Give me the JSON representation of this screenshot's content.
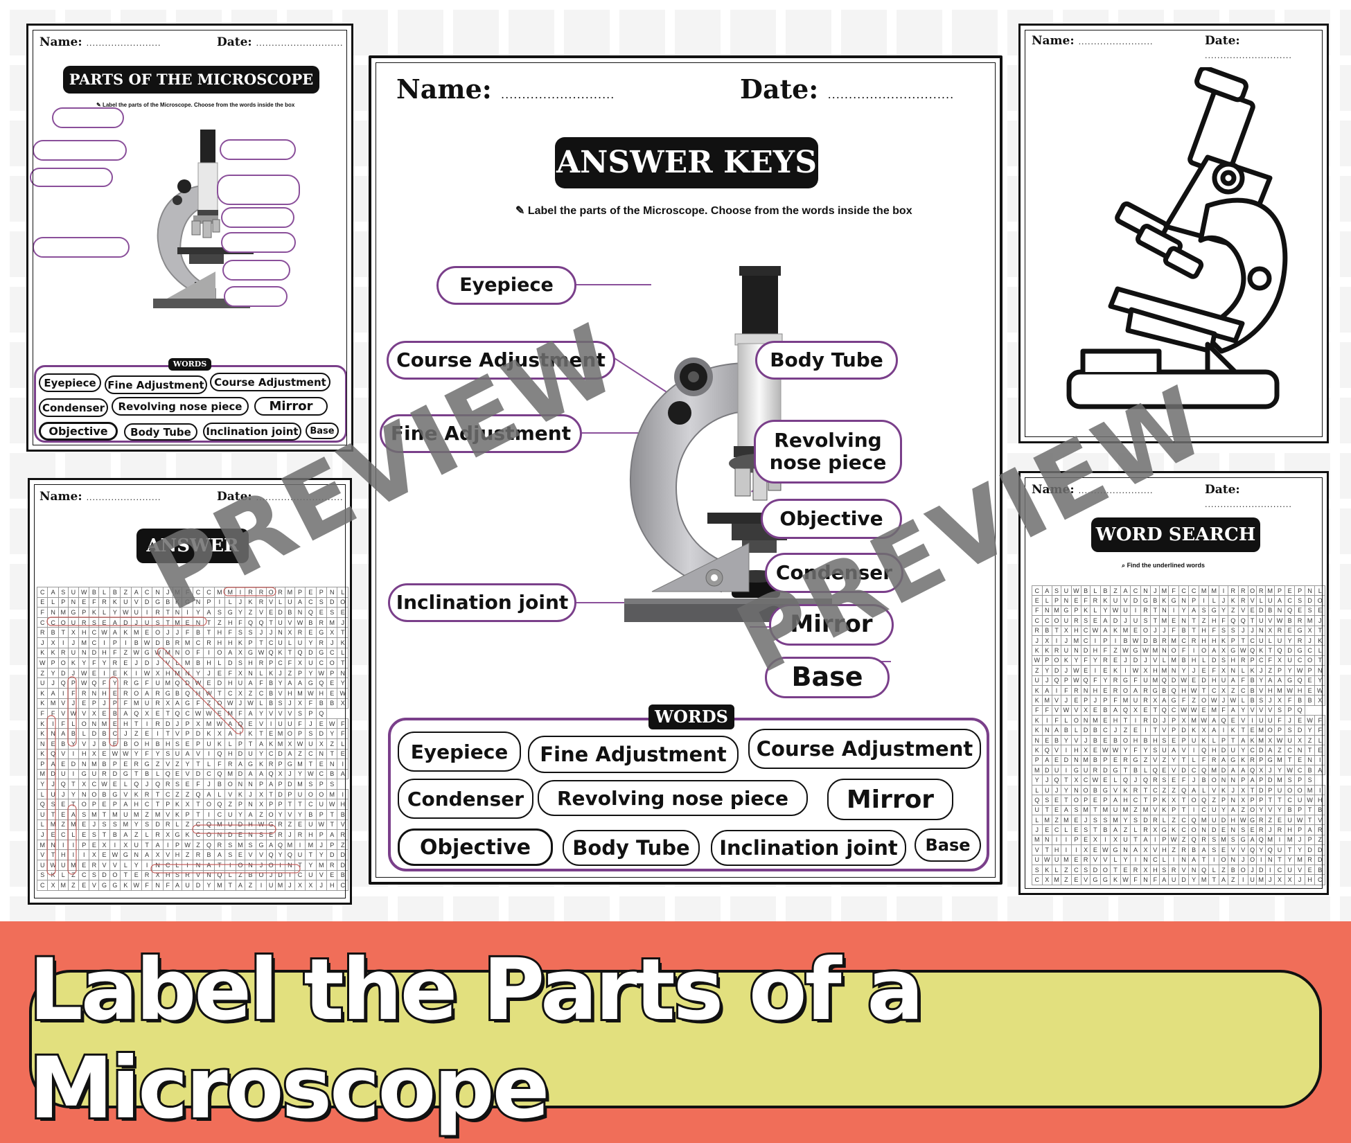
{
  "sheets": {
    "labeling": {
      "name_label": "Name:",
      "date_label": "Date:",
      "name_dots": "........................",
      "date_dots": "............................",
      "title": "PARTS OF THE MICROSCOPE",
      "instruction": "Label the parts of the Microscope. Choose from the words inside the box",
      "words_tag": "WORDS",
      "words": [
        "Eyepiece",
        "Fine Adjustment",
        "Course Adjustment",
        "Condenser",
        "Revolving nose piece",
        "Mirror",
        "Objective",
        "Body Tube",
        "Inclination joint",
        "Base"
      ]
    },
    "answer_keys": {
      "name_label": "Name:",
      "date_label": "Date:",
      "name_dots": "...........................",
      "date_dots": "..............................",
      "title": "ANSWER KEYS",
      "instruction": "Label the parts of the Microscope. Choose from the words inside the box",
      "labels": {
        "eyepiece": "Eyepiece",
        "course": "Course Adjustment",
        "fine": "Fine Adjustment",
        "inclination": "Inclination joint",
        "body_tube": "Body Tube",
        "revolving_1": "Revolving",
        "revolving_2": "nose piece",
        "objective": "Objective",
        "condenser": "Condenser",
        "mirror": "Mirror",
        "base": "Base"
      },
      "words_tag": "WORDS",
      "words": [
        "Eyepiece",
        "Fine Adjustment",
        "Course Adjustment",
        "Condenser",
        "Revolving nose piece",
        "Mirror",
        "Objective",
        "Body Tube",
        "Inclination joint",
        "Base"
      ]
    },
    "coloring": {
      "name_label": "Name:",
      "date_label": "Date:",
      "name_dots": "........................",
      "date_dots": "............................"
    },
    "answer_search": {
      "name_label": "Name:",
      "date_label": "Date:",
      "name_dots": "........................",
      "date_dots": "............................",
      "title": "ANSWER"
    },
    "word_search": {
      "name_label": "Name:",
      "date_label": "Date:",
      "name_dots": "........................",
      "date_dots": "............................",
      "title": "WORD SEARCH",
      "instruction": "Find the underlined words"
    }
  },
  "grid_rows": [
    "CASUWBLBZACNJMFCCMMIRRORMPEPNL",
    "ELPNEFRKUVDGBKGNPILJKRVLUACSDO",
    "FNMGPKLYWUIRTNIYASGYZVEDBNQESE",
    "CCOURSEADJUSTMENTZHFQQTUVWBRMJ",
    "RBTXHCWAKMEOJJFBTHFSSJJNXREGXT",
    "JXIJMCIPIBWDBRMCRHHKPTCULUYRJK",
    "KKRUNDHFZWGWMNOFIOAXGWQKTQDGCL",
    "WPOKYFYREJDJVLMBHLDSHRPCFXUCOT",
    "ZYDJWEIEKIWXHMNYJEFXNLKJZPYWPN",
    "UJQPWQFYRGFUMQDWEDHUAFBYAAGQEY",
    "KAIFRNHEROARGBQHWTCXZCBVHMWHEW",
    "KMVJEPJPFMURXAGFZOWJWLBSJXFBBX",
    "FFVWVXEBAQXETQCWWEMFAYVVVSPQ",
    "KIFLONMEHTIRDJPXMWAQEVIUUFJEWF",
    "KNABLDBCJZEITVPDKXAIKTEMOPSDYF",
    "NEBYVJBEBOHBHSEPUKLPTAKMXWUXZL",
    "KQVIHXEWWYFYSUAVIQHDUYCDAZCNTE",
    "PAEDNMBPERGZVZYTLFRAGKRPGMTENI",
    "MDUIGURDGTBLQEVDCQMDAAQXJYWCBA",
    "YJQTXCWELQJQRSEFJBONNPAPDMSPS",
    "LUJYNOBGVKRTCZZQALVKJXTDPUOOMI",
    "QSETOPEPAHCTPKXTOQZPNXPPTTCUWH",
    "UTEASMTMUMZMVKPTICUYAZOYVYBPTB",
    "LMZMEJSSMYSDRLZCQMUDHWGRZEUWTV",
    "JECLESTBAZLRXGKCONDENSERJRHPAR",
    "MNIIPEXIXUTAIPWZQRSMSGAQMIMJPZ",
    "VTHIIXEWGNAXVHZRBASEVVQYQUTYDD",
    "UWUMERVVLYINCLINATIONJOINTYMRD",
    "SKLZCSDOTERXHSRVNQLZBOJDICUVEB",
    "CXMZEVGGKWFNFAUDYMTAZIUMJXXJHC"
  ],
  "watermark": "PREVIEW",
  "footer_title": "Label the Parts of a Microscope",
  "colors": {
    "accent_purple": "#7a3f8a",
    "footer_band": "#f06e59",
    "footer_pill": "#e2e07e"
  }
}
